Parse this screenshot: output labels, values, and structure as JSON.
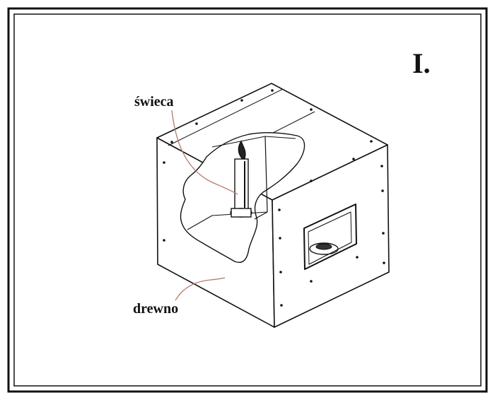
{
  "figure": {
    "number_label": "I.",
    "labels": {
      "candle": "świeca",
      "wood": "drewno"
    }
  },
  "colors": {
    "ink": "#111111",
    "paper": "#ffffff",
    "leader": "#b07a6a"
  }
}
